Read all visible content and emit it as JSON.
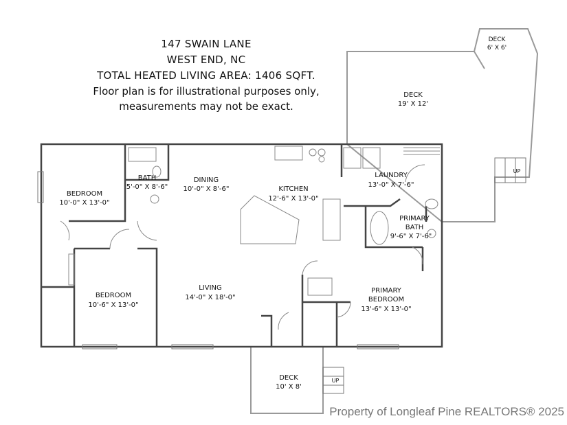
{
  "header": {
    "address_line1": "147 SWAIN LANE",
    "address_line2": "WEST END, NC",
    "area": "TOTAL HEATED LIVING AREA: 1406 SQFT.",
    "disclaimer_line1": "Floor plan is for illustrational purposes only,",
    "disclaimer_line2": "measurements may not be exact."
  },
  "rooms": {
    "bedroom1": {
      "name": "BEDROOM",
      "size": "10'-0\" X 13'-0\""
    },
    "bath": {
      "name": "BATH",
      "size": "5'-0\" X 8'-6\""
    },
    "dining": {
      "name": "DINING",
      "size": "10'-0\" X 8'-6\""
    },
    "kitchen": {
      "name": "KITCHEN",
      "size": "12'-6\" X 13'-0\""
    },
    "laundry": {
      "name": "LAUNDRY",
      "size": "13'-0\" X 7'-6\""
    },
    "primary_bath": {
      "name1": "PRIMARY",
      "name2": "BATH",
      "size": "9'-6\" X 7'-6\""
    },
    "bedroom2": {
      "name": "BEDROOM",
      "size": "10'-6\" X 13'-0\""
    },
    "living": {
      "name": "LIVING",
      "size": "14'-0\" X 18'-0\""
    },
    "primary_bedroom": {
      "name1": "PRIMARY",
      "name2": "BEDROOM",
      "size": "13'-6\" X 13'-0\""
    },
    "deck_large": {
      "name": "DECK",
      "size": "19' X 12'"
    },
    "deck_small": {
      "name": "DECK",
      "size": "6' X 6'"
    },
    "deck_front": {
      "name": "DECK",
      "size": "10' X 8'"
    }
  },
  "stairs": {
    "right_label": "UP",
    "front_label": "UP"
  },
  "watermark": "Property of Longleaf Pine REALTORS® 2025"
}
